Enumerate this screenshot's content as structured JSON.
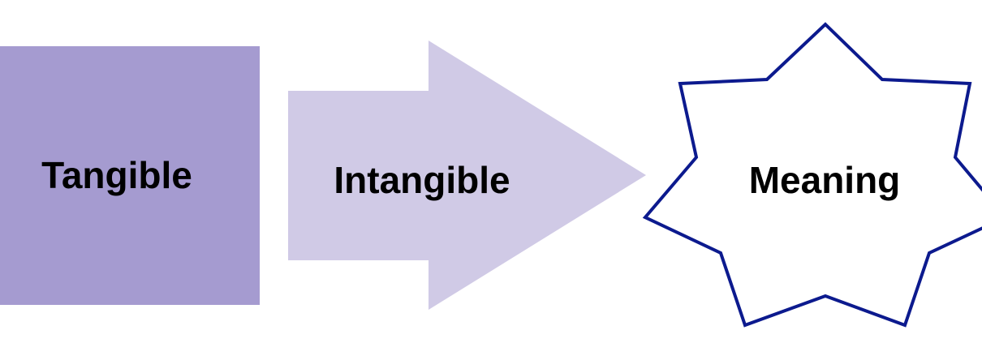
{
  "colors": {
    "tangible": "#a59bd0",
    "intangible": "#d0cae6",
    "meaning_stroke": "#0c1a8e",
    "meaning_fill": "#ffffff"
  },
  "labels": {
    "tangible": "Tangible",
    "intangible": "Intangible",
    "meaning": "Meaning"
  }
}
